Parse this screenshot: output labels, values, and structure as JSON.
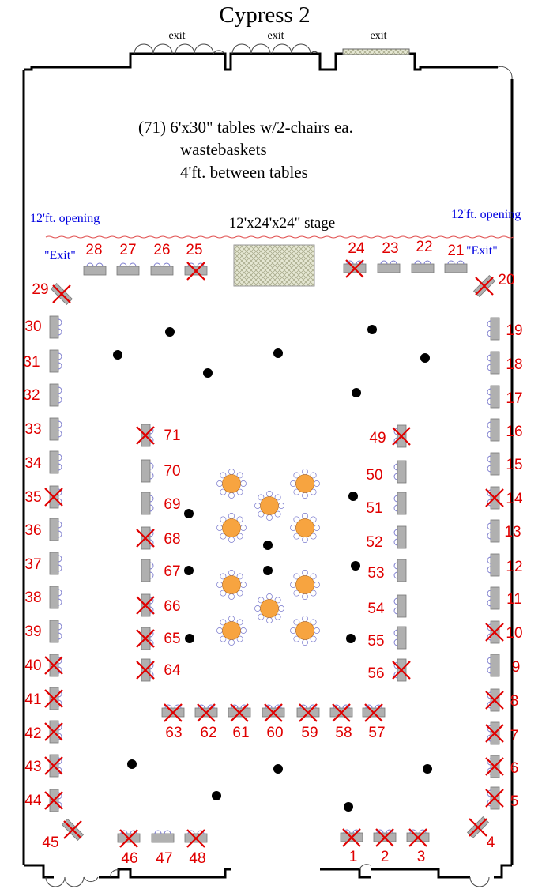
{
  "title": "Cypress 2",
  "exits_top": [
    "exit",
    "exit",
    "exit"
  ],
  "notes": {
    "line1": "(71) 6'x30\" tables w/2-chairs ea.",
    "line2": "wastebaskets",
    "line3": "4'ft. between tables"
  },
  "openings": {
    "left": "12'ft. opening",
    "right": "12'ft. opening"
  },
  "stage_label": "12'x24'x24\" stage",
  "exit_side": {
    "left": "\"Exit\"",
    "right": "\"Exit\""
  },
  "tables": [
    {
      "id": "1",
      "crossed": true
    },
    {
      "id": "2",
      "crossed": true
    },
    {
      "id": "3",
      "crossed": true
    },
    {
      "id": "4",
      "crossed": true
    },
    {
      "id": "5",
      "crossed": true
    },
    {
      "id": "6",
      "crossed": true
    },
    {
      "id": "7",
      "crossed": true
    },
    {
      "id": "8",
      "crossed": true
    },
    {
      "id": "9",
      "crossed": false
    },
    {
      "id": "10",
      "crossed": true
    },
    {
      "id": "11",
      "crossed": false
    },
    {
      "id": "12",
      "crossed": false
    },
    {
      "id": "13",
      "crossed": false
    },
    {
      "id": "14",
      "crossed": true
    },
    {
      "id": "15",
      "crossed": false
    },
    {
      "id": "16",
      "crossed": false
    },
    {
      "id": "17",
      "crossed": false
    },
    {
      "id": "18",
      "crossed": false
    },
    {
      "id": "19",
      "crossed": false
    },
    {
      "id": "20",
      "crossed": true
    },
    {
      "id": "21",
      "crossed": false
    },
    {
      "id": "22",
      "crossed": false
    },
    {
      "id": "23",
      "crossed": false
    },
    {
      "id": "24",
      "crossed": true
    },
    {
      "id": "25",
      "crossed": true
    },
    {
      "id": "26",
      "crossed": false
    },
    {
      "id": "27",
      "crossed": false
    },
    {
      "id": "28",
      "crossed": false
    },
    {
      "id": "29",
      "crossed": true
    },
    {
      "id": "30",
      "crossed": false
    },
    {
      "id": "31",
      "crossed": false
    },
    {
      "id": "32",
      "crossed": false
    },
    {
      "id": "33",
      "crossed": false
    },
    {
      "id": "34",
      "crossed": false
    },
    {
      "id": "35",
      "crossed": true
    },
    {
      "id": "36",
      "crossed": false
    },
    {
      "id": "37",
      "crossed": false
    },
    {
      "id": "38",
      "crossed": false
    },
    {
      "id": "39",
      "crossed": false
    },
    {
      "id": "40",
      "crossed": true
    },
    {
      "id": "41",
      "crossed": true
    },
    {
      "id": "42",
      "crossed": true
    },
    {
      "id": "43",
      "crossed": true
    },
    {
      "id": "44",
      "crossed": true
    },
    {
      "id": "45",
      "crossed": true
    },
    {
      "id": "46",
      "crossed": true
    },
    {
      "id": "47",
      "crossed": false
    },
    {
      "id": "48",
      "crossed": true
    },
    {
      "id": "49",
      "crossed": true
    },
    {
      "id": "50",
      "crossed": false
    },
    {
      "id": "51",
      "crossed": false
    },
    {
      "id": "52",
      "crossed": false
    },
    {
      "id": "53",
      "crossed": false
    },
    {
      "id": "54",
      "crossed": false
    },
    {
      "id": "55",
      "crossed": false
    },
    {
      "id": "56",
      "crossed": true
    },
    {
      "id": "57",
      "crossed": true
    },
    {
      "id": "58",
      "crossed": true
    },
    {
      "id": "59",
      "crossed": true
    },
    {
      "id": "60",
      "crossed": true
    },
    {
      "id": "61",
      "crossed": true
    },
    {
      "id": "62",
      "crossed": true
    },
    {
      "id": "63",
      "crossed": true
    },
    {
      "id": "64",
      "crossed": true
    },
    {
      "id": "65",
      "crossed": true
    },
    {
      "id": "66",
      "crossed": true
    },
    {
      "id": "67",
      "crossed": false
    },
    {
      "id": "68",
      "crossed": true
    },
    {
      "id": "69",
      "crossed": false
    },
    {
      "id": "70",
      "crossed": false
    },
    {
      "id": "71",
      "crossed": true
    }
  ],
  "colors": {
    "label": "#e00000",
    "opening_text": "#0000e0",
    "table_fill": "#b0b0b0",
    "round_table": "#f7a440",
    "chair_stroke": "#7777cc",
    "wastebasket": "#000000"
  }
}
